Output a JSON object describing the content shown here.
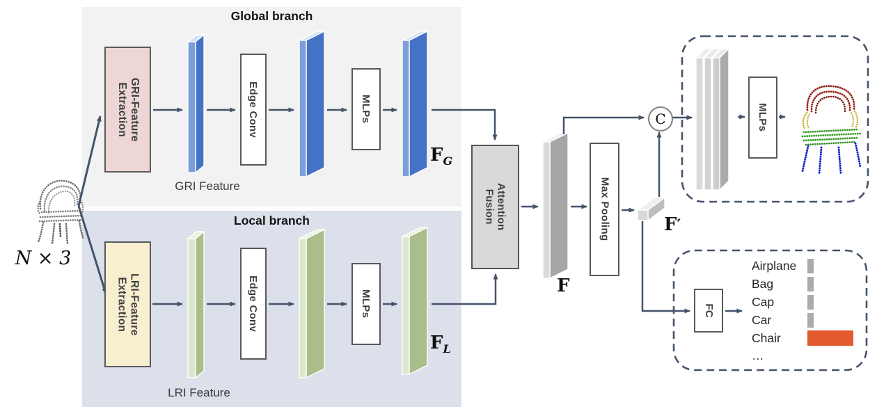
{
  "input": {
    "shape_label": "N × 3"
  },
  "global_branch": {
    "title": "Global branch",
    "extractor": {
      "line1": "GRI-Feature",
      "line2": "Extraction"
    },
    "feature_label": "GRI Feature",
    "edge_conv": "Edge Conv",
    "mlps": "MLPs",
    "output": {
      "base": "F",
      "sub": "G"
    }
  },
  "local_branch": {
    "title": "Local branch",
    "extractor": {
      "line1": "LRI-Feature",
      "line2": "Extraction"
    },
    "feature_label": "LRI Feature",
    "edge_conv": "Edge Conv",
    "mlps": "MLPs",
    "output": {
      "base": "F",
      "sub": "L"
    }
  },
  "fusion": {
    "attention": {
      "line1": "Attention",
      "line2": "Fusion"
    },
    "fused_label": "F",
    "max_pooling": "Max Pooling",
    "pooled": {
      "base": "F",
      "mark": "′"
    },
    "concat": "C"
  },
  "segmentation_head": {
    "mlps": "MLPs"
  },
  "classification_head": {
    "fc": "FC",
    "classes": [
      {
        "label": "Airplane",
        "bar_class": "bar low"
      },
      {
        "label": "Bag",
        "bar_class": "bar low"
      },
      {
        "label": "Cap",
        "bar_class": "bar low"
      },
      {
        "label": "Car",
        "bar_class": "bar low"
      },
      {
        "label": "Chair",
        "bar_class": "bar high"
      },
      {
        "label": "…",
        "bar_class": "bar none"
      }
    ]
  },
  "colors": {
    "connector": "#44546A",
    "global_panel": "#F2F2F2",
    "local_panel": "#DCE0EA",
    "gri_box": "#EDD6D5",
    "lri_box": "#F7EFD0",
    "blue_slab": "#4472C4",
    "green_slab": "#A9BE8B",
    "gray_slab": "#A6A6A6",
    "chair_bar": "#E2582F",
    "low_bar": "#ABABAB"
  }
}
